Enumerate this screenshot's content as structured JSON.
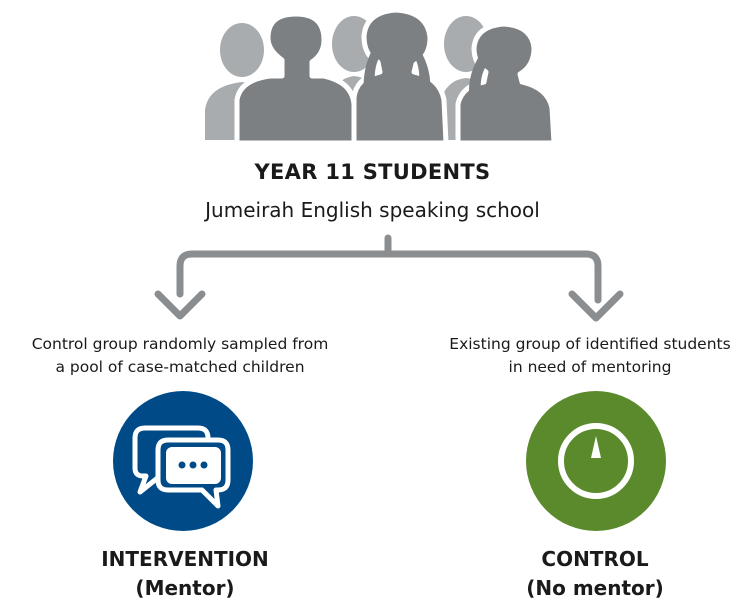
{
  "header": {
    "title": "YEAR 11 STUDENTS",
    "subtitle": "Jumeirah English speaking school"
  },
  "branches": [
    {
      "description_line1": "Control group randomly sampled from",
      "description_line2": "a pool of case-matched children",
      "group_label": "INTERVENTION",
      "group_sublabel": "(Mentor)",
      "icon": "speech-bubbles-icon",
      "color": "#004b87"
    },
    {
      "description_line1": "Existing group of identified students",
      "description_line2": "in need of mentoring",
      "group_label": "CONTROL",
      "group_sublabel": "(No mentor)",
      "icon": "compass-icon",
      "color": "#5a8a2b"
    }
  ],
  "colors": {
    "connector": "#8b8e91",
    "silhouette_dark": "#7c8083",
    "silhouette_light": "#a9acae"
  }
}
